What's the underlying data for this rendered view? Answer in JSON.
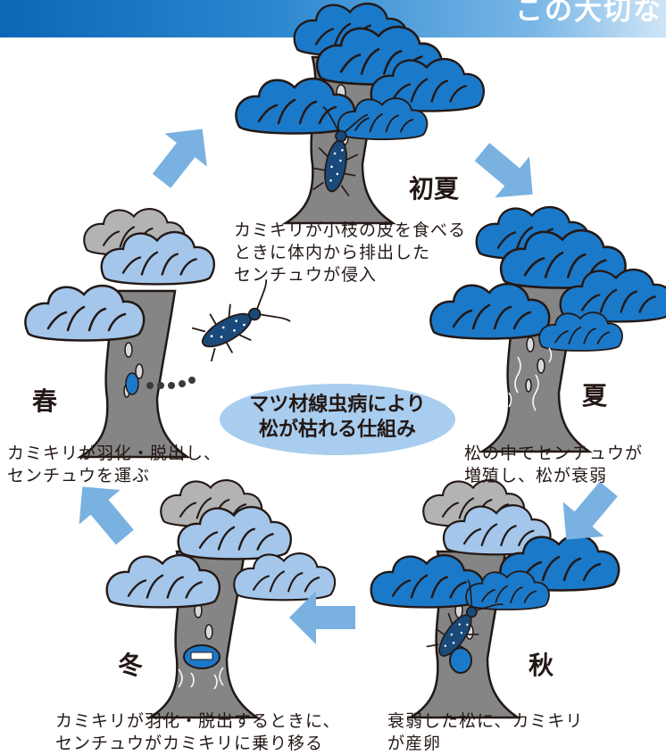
{
  "banner": {
    "title": "この大切な"
  },
  "center": {
    "title": "マツ材線虫病により\n松が枯れる仕組み"
  },
  "stages": [
    {
      "season": "初夏",
      "caption": "カミキリが小枝の皮を食べる\nときに体内から排出した\nセンチュウが侵入"
    },
    {
      "season": "夏",
      "caption": "松の中でセンチュウが\n増殖し、松が衰弱"
    },
    {
      "season": "秋",
      "caption": "衰弱した松に、カミキリ\nが産卵"
    },
    {
      "season": "冬",
      "caption": "カミキリが羽化・脱出するときに、\nセンチュウがカミキリに乗り移る"
    },
    {
      "season": "春",
      "caption": "カミキリが羽化・脱出し、\nセンチュウを運ぶ"
    }
  ],
  "colors": {
    "foliage_healthy": "#1b79c9",
    "foliage_pale": "#a4c6ea",
    "foliage_gray": "#b3b3b3",
    "trunk": "#858585",
    "arrow": "#79b1e1",
    "beetle": "#1a4a7a",
    "center_ellipse": "#a8cdee",
    "outline": "#231815"
  }
}
